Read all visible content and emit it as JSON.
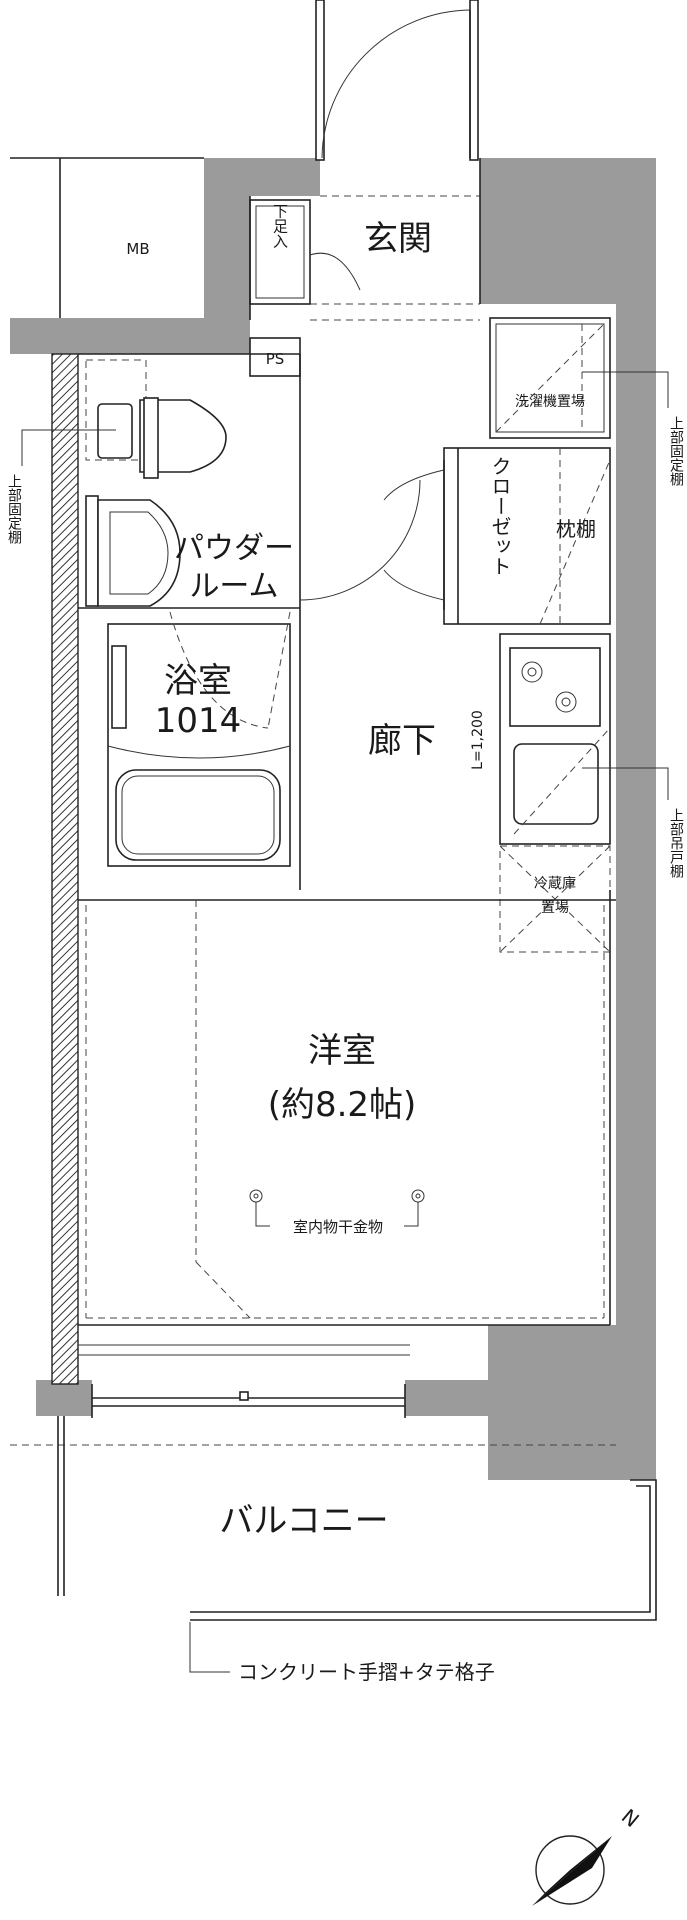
{
  "rooms": {
    "entrance": "玄関",
    "mb": "MB",
    "shoe_box": "下足入",
    "ps": "PS",
    "washer": "洗濯機置場",
    "upper_fixed_shelf_left": "上部固定棚",
    "upper_fixed_shelf_right": "上部固定棚",
    "powder_line1": "パウダー",
    "powder_line2": "ルーム",
    "bath_line1": "浴室",
    "bath_line2": "1014",
    "closet": "クローゼット",
    "pillow_shelf": "枕棚",
    "corridor": "廊下",
    "kitchen_length": "L=1,200",
    "upper_hanging_cabinet": "上部吊戸棚",
    "fridge_line1": "冷蔵庫",
    "fridge_line2": "置場",
    "western_line1": "洋室",
    "western_line2": "(約8.2帖)",
    "drying_hardware": "室内物干金物",
    "balcony": "バルコニー",
    "railing": "コンクリート手摺+タテ格子",
    "north": "N"
  }
}
